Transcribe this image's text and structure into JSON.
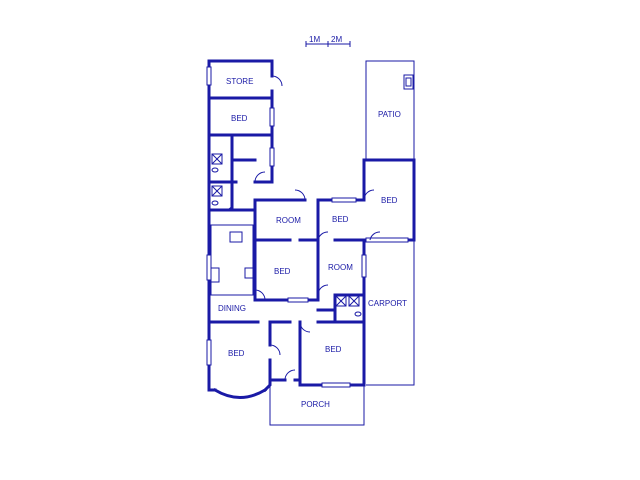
{
  "scale": {
    "label_1": "1M",
    "label_2": "2M"
  },
  "rooms": {
    "store": "STORE",
    "bed_top": "BED",
    "patio": "PATIO",
    "room_1": "ROOM",
    "bed_mid": "BED",
    "bed_right": "BED",
    "bed_center": "BED",
    "room_2": "ROOM",
    "carport": "CARPORT",
    "dining": "DINING",
    "bed_bottom_left": "BED",
    "bed_bottom": "BED",
    "porch": "PORCH"
  },
  "colors": {
    "wall": "#1a1aa6",
    "background": "#ffffff"
  }
}
